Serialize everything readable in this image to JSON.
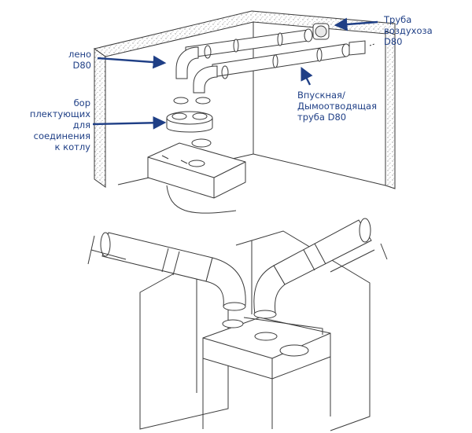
{
  "colors": {
    "label": "#1f3f86",
    "arrow": "#1f3f86",
    "line": "#3a3a3a",
    "stone": "#b9b9b9"
  },
  "labels": {
    "elbow": [
      "лено",
      "D80"
    ],
    "kit": [
      "бор",
      "плектующих",
      "для",
      "соединения",
      "к котлу"
    ],
    "air_pipe": [
      "Труба",
      "воздухоза",
      "D80"
    ],
    "inlet_flue": [
      "Впускная/",
      "Дымоотводящая",
      "труба D80"
    ]
  }
}
